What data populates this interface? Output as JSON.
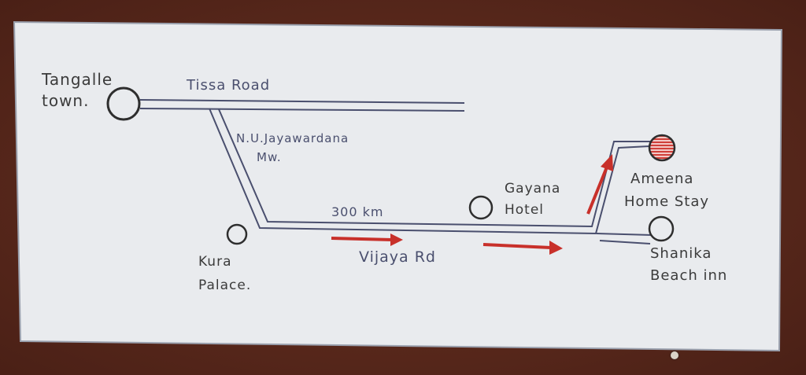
{
  "map": {
    "places": {
      "tangalle": [
        "Tangalle",
        "town."
      ],
      "kura": [
        "Kura",
        "Palace."
      ],
      "gayana": [
        "Gayana",
        "Hotel"
      ],
      "ameena": [
        "Ameena",
        "Home Stay"
      ],
      "shanika": [
        "Shanika",
        "Beach inn"
      ]
    },
    "roads": {
      "tissa": "Tissa Road",
      "jayawardana": [
        "N.U.Jayawardana",
        "Mw."
      ],
      "vijaya": "Vijaya Rd",
      "distance": "300 km"
    },
    "colors": {
      "paper": "#e9ebee",
      "ink": "#3b3b3b",
      "route_arrow": "#c8302a",
      "destination_marker": "#d0403a"
    },
    "icons": {
      "destination": "striped-circle-marker",
      "place": "circle-marker",
      "direction": "arrow-icon"
    }
  }
}
